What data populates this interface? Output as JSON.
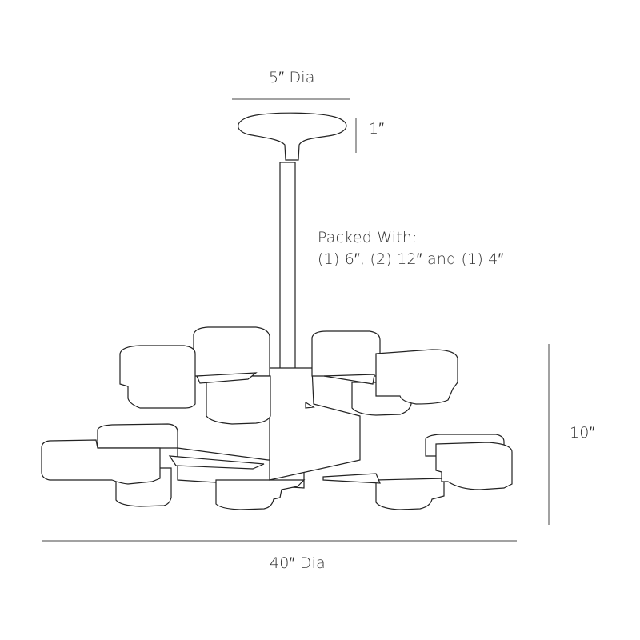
{
  "dimensions": {
    "canopy_diameter": "5″ Dia",
    "canopy_height": "1″",
    "overall_height": "10″",
    "overall_diameter": "40″ Dia"
  },
  "packing_note": {
    "title": "Packed With:",
    "contents": "(1) 6″, (2) 12″ and (1) 4″"
  }
}
